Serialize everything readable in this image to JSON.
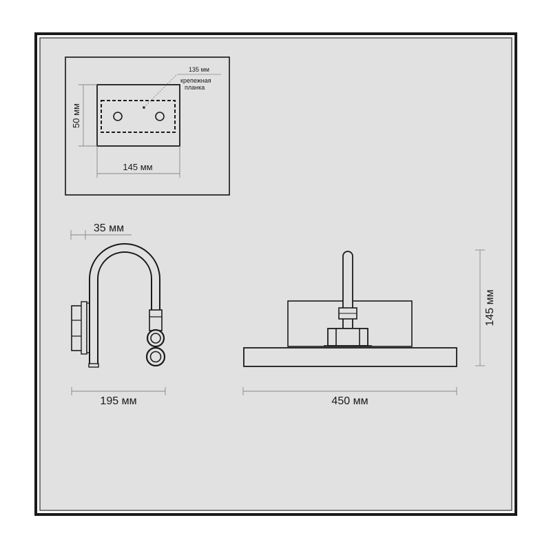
{
  "mount_plate": {
    "bar_length": "135 мм",
    "label_line1": "крепежная",
    "label_line2": "планка",
    "height": "50 мм",
    "width": "145 мм"
  },
  "side_view": {
    "depth_top": "35 мм",
    "depth_bottom": "195 мм"
  },
  "front_view": {
    "width": "450 мм",
    "height": "145 мм"
  },
  "colors": {
    "frame": "#1a1a1a",
    "panel": "#e1e1e1",
    "stroke": "#2a2a2a",
    "dim_line": "#888888"
  }
}
